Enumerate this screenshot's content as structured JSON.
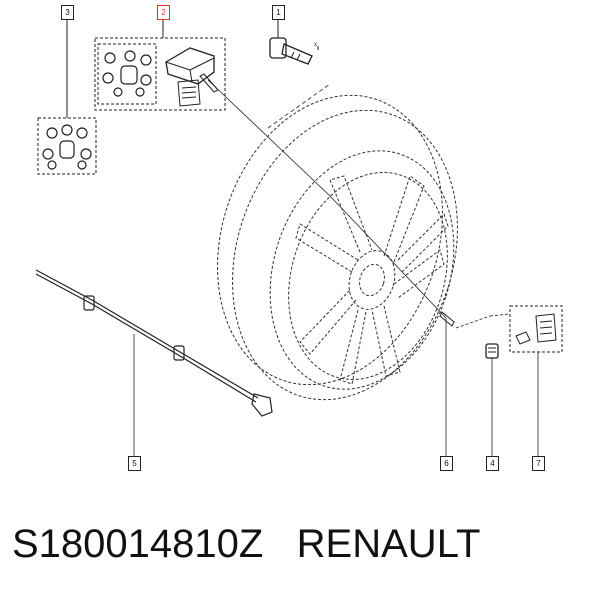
{
  "callouts": {
    "c1": "1",
    "c2": "2",
    "c3": "3",
    "c4": "4",
    "c5": "5",
    "c6": "6",
    "c7": "7"
  },
  "caption": {
    "part_number": "S180014810Z",
    "brand": "RENAULT"
  },
  "colors": {
    "line": "#222222",
    "highlight": "#e0312b"
  }
}
